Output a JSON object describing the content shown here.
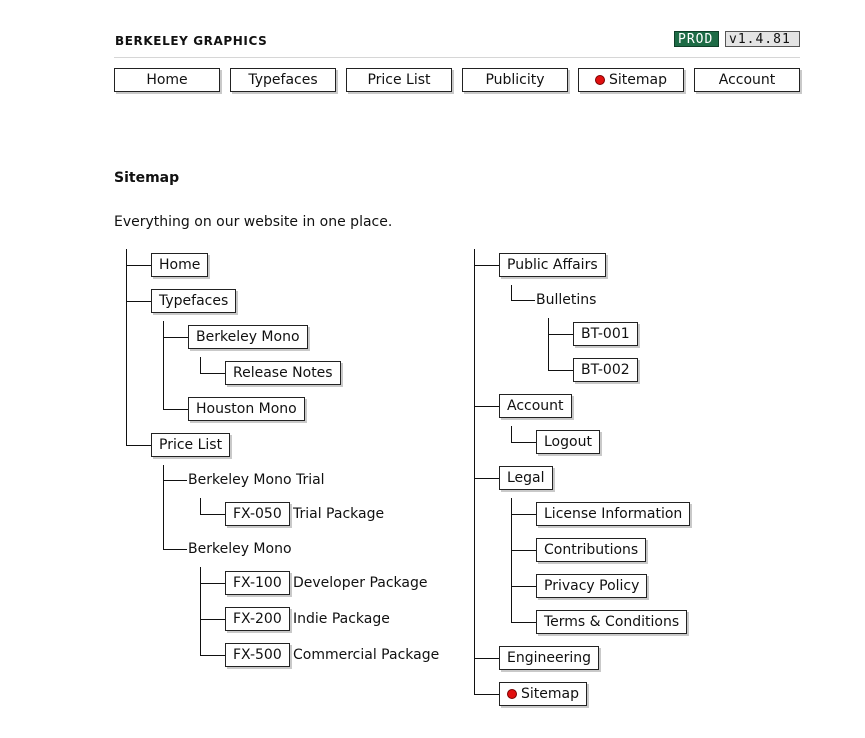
{
  "header": {
    "logo": "BERKELEY GRAPHICS",
    "env_badge": "PROD",
    "version_badge": "v1.4.81"
  },
  "nav": {
    "home": "Home",
    "typefaces": "Typefaces",
    "price_list": "Price List",
    "publicity": "Publicity",
    "sitemap": "Sitemap",
    "account": "Account"
  },
  "page": {
    "title": "Sitemap",
    "description": "Everything on our website in one place."
  },
  "tree_left": {
    "home": "Home",
    "typefaces": "Typefaces",
    "berkeley_mono": "Berkeley Mono",
    "release_notes": "Release Notes",
    "houston_mono": "Houston Mono",
    "price_list": "Price List",
    "group_trial": "Berkeley Mono Trial",
    "fx050_code": "FX-050",
    "fx050_label": "Trial Package",
    "group_mono": "Berkeley Mono",
    "fx100_code": "FX-100",
    "fx100_label": "Developer Package",
    "fx200_code": "FX-200",
    "fx200_label": "Indie Package",
    "fx500_code": "FX-500",
    "fx500_label": "Commercial Package"
  },
  "tree_right": {
    "public_affairs": "Public Affairs",
    "bulletins": "Bulletins",
    "bt001": "BT-001",
    "bt002": "BT-002",
    "account": "Account",
    "logout": "Logout",
    "legal": "Legal",
    "license": "License Information",
    "contributions": "Contributions",
    "privacy": "Privacy Policy",
    "terms": "Terms & Conditions",
    "engineering": "Engineering",
    "sitemap": "Sitemap"
  },
  "colors": {
    "env_badge_bg": "#1d6b45",
    "active_dot": "#e10f0f"
  }
}
